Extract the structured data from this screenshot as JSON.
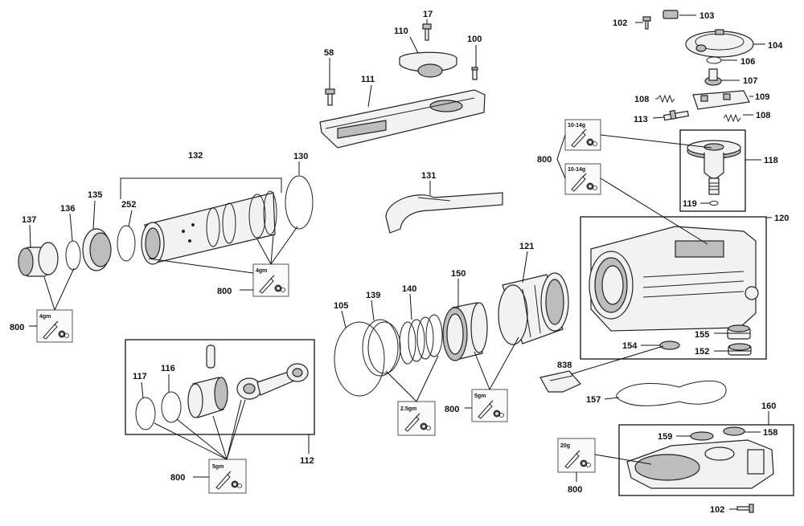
{
  "labels": {
    "p17": "17",
    "p58": "58",
    "p100": "100",
    "p102a": "102",
    "p102b": "102",
    "p103": "103",
    "p104": "104",
    "p105": "105",
    "p106": "106",
    "p107": "107",
    "p108a": "108",
    "p108b": "108",
    "p109": "109",
    "p110": "110",
    "p111": "111",
    "p112": "112",
    "p113": "113",
    "p116": "116",
    "p117": "117",
    "p118": "118",
    "p119": "119",
    "p120": "120",
    "p121": "121",
    "p130": "130",
    "p131": "131",
    "p132": "132",
    "p135": "135",
    "p136": "136",
    "p137": "137",
    "p139": "139",
    "p140": "140",
    "p150": "150",
    "p152": "152",
    "p154": "154",
    "p155": "155",
    "p157": "157",
    "p158": "158",
    "p159": "159",
    "p160": "160",
    "p252": "252",
    "p838": "838",
    "p800a": "800",
    "p800b": "800",
    "p800c": "800",
    "p800d": "800",
    "p800e": "800",
    "p800f": "800"
  },
  "grease": {
    "g1": "10-14g",
    "g2": "10-14g",
    "g3": "4gm",
    "g4": "4gm",
    "g5": "2.5gm",
    "g6": "5gm",
    "g7": "5gm",
    "g8": "20g"
  }
}
